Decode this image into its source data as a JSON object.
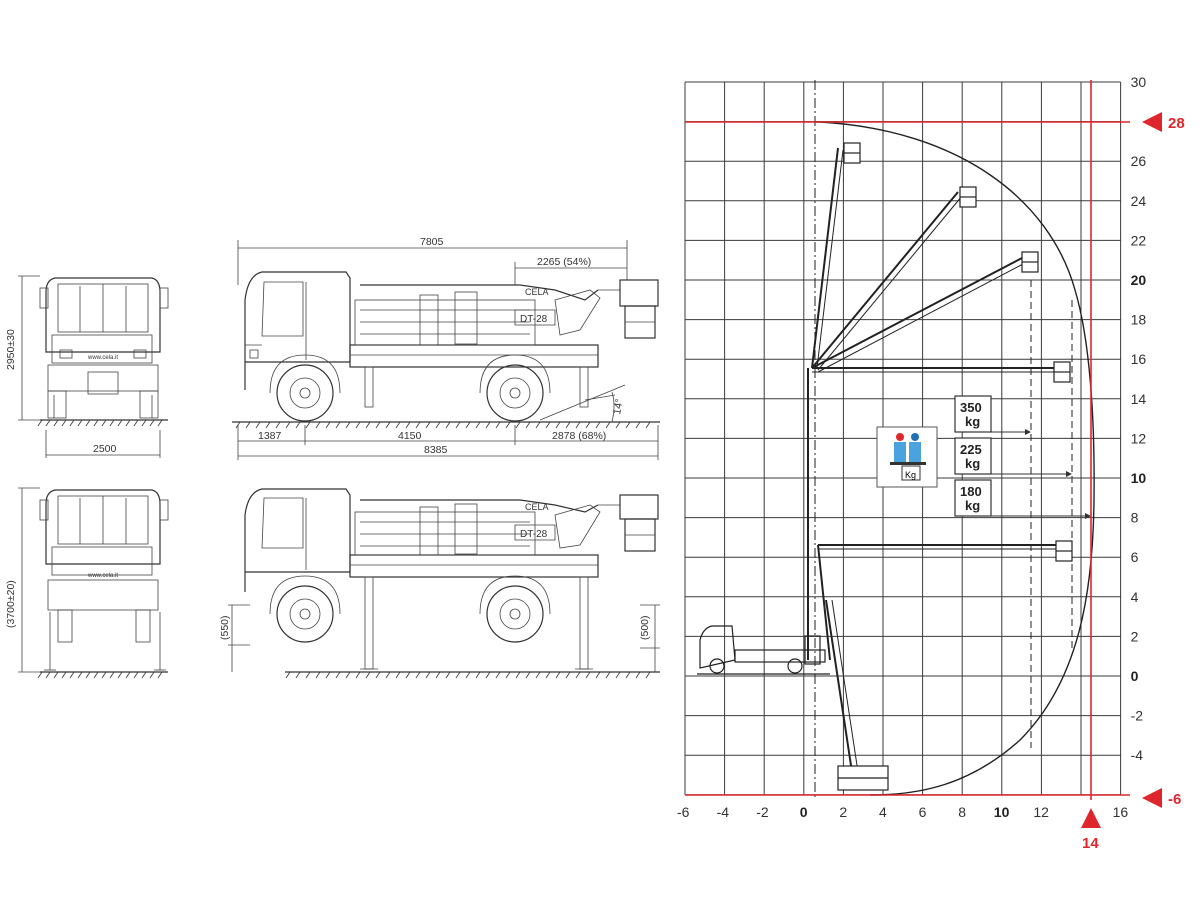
{
  "views": {
    "front_top": {
      "height_label": "2950±30",
      "width_label": "2500",
      "website": "www.cela.it"
    },
    "side_top": {
      "overall_label": "7805",
      "rear_overhang_label": "2265 (54%)",
      "angle_label": "14°",
      "model_label": "DT-28",
      "brand_label": "CELA",
      "bottom_dims": [
        "1387",
        "4150",
        "2878 (68%)"
      ],
      "total_length_label": "8385"
    },
    "front_bottom": {
      "height_label": "(3700±20)",
      "website": "www.cela.it"
    },
    "side_bottom": {
      "front_clearance_label": "(550)",
      "rear_clearance_label": "(500)",
      "model_label": "DT-28",
      "brand_label": "CELA"
    }
  },
  "working_diagram": {
    "x_ticks": [
      -6,
      -4,
      -2,
      0,
      2,
      4,
      6,
      8,
      10,
      12,
      16
    ],
    "y_ticks": [
      -4,
      -2,
      0,
      2,
      4,
      6,
      8,
      10,
      12,
      14,
      16,
      18,
      20,
      22,
      24,
      26,
      30
    ],
    "bold_ticks": [
      0,
      10,
      20
    ],
    "max_height_label": "28",
    "min_depth_label": "-6",
    "max_outreach_label": "14",
    "loads": [
      {
        "value": "350",
        "unit": "kg",
        "reach": 11
      },
      {
        "value": "225",
        "unit": "kg",
        "reach": 13
      },
      {
        "value": "180",
        "unit": "kg",
        "reach": 14
      }
    ],
    "basket_icon_label": "Kg",
    "colors": {
      "limit": "#e0262d",
      "grid": "#3a3a3a",
      "line": "#333333"
    }
  }
}
